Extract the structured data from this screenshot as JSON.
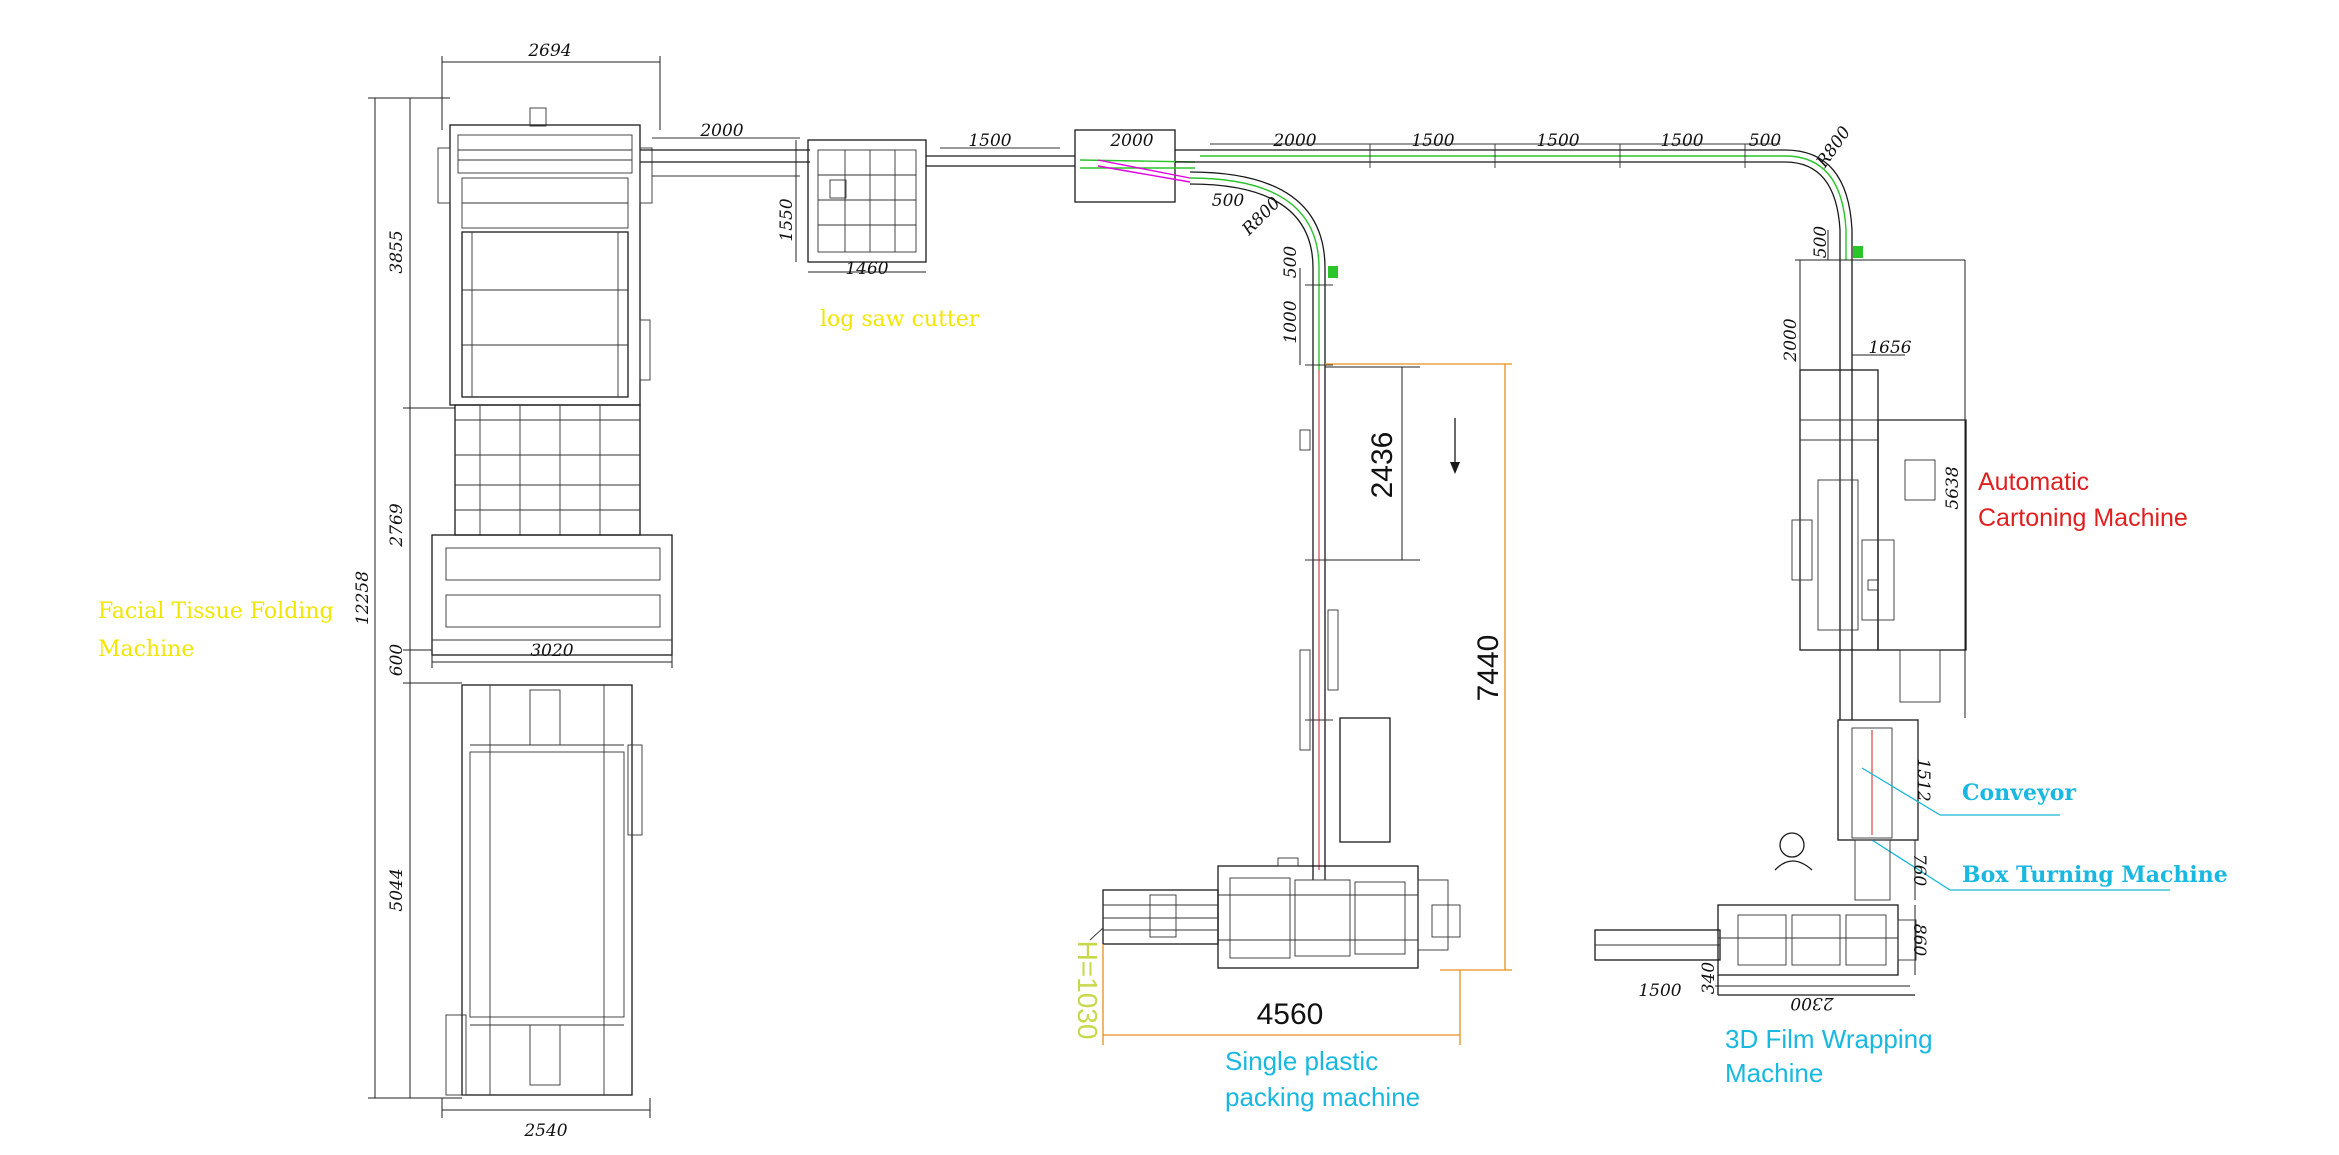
{
  "labels": {
    "facial_tissue_line1": "Facial Tissue Folding",
    "facial_tissue_line2": "Machine",
    "log_saw": "log saw cutter",
    "cartoning_line1": "Automatic",
    "cartoning_line2": "Cartoning Machine",
    "conveyor": "Conveyor",
    "box_turning": "Box Turning Machine",
    "single_plastic_line1": "Single plastic",
    "single_plastic_line2": "packing machine",
    "film_wrapping_line1": "3D Film Wrapping",
    "film_wrapping_line2": "Machine",
    "height_note": "H=1030"
  },
  "dimensions": {
    "folding_top_width": "2694",
    "folding_h1": "3855",
    "folding_h2": "2769",
    "folding_total": "12258",
    "folding_gap": "600",
    "folding_h3": "5044",
    "folding_mid_width": "3020",
    "folding_bottom_width": "2540",
    "conv_2000_a": "2000",
    "conv_1500_a": "1500",
    "saw_width": "1460",
    "saw_height": "1550",
    "conv_2000_b": "2000",
    "conv_2000_c": "2000",
    "conv_1500_b": "1500",
    "conv_1500_c": "1500",
    "conv_1500_d": "1500",
    "conv_500_a": "500",
    "radius_right": "R800",
    "conv_500_b": "500",
    "radius_left": "R800",
    "vert_500_left": "500",
    "vert_1000_left": "1000",
    "vert_500_right": "500",
    "vert_2000_right": "2000",
    "carton_width": "1656",
    "carton_length": "5638",
    "dim_2436": "2436",
    "dim_7440": "7440",
    "dim_4560": "4560",
    "conveyor_len": "1512",
    "turning_len": "760",
    "wrap_len": "860",
    "wrap_width": "2300",
    "wrap_infeed": "1500",
    "wrap_small": "340"
  }
}
